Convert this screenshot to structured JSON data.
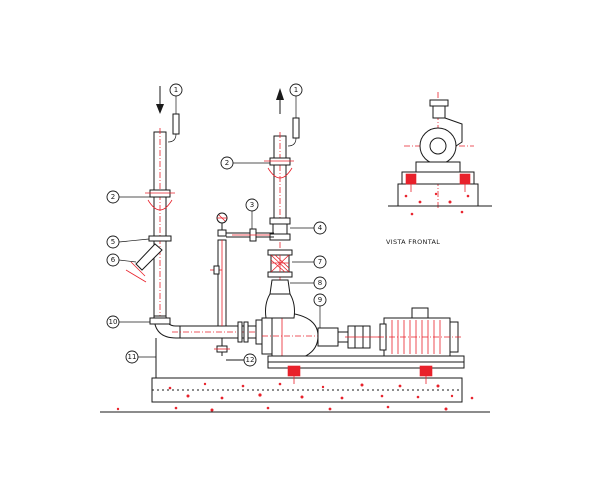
{
  "view_label": "VISTA FRONTAL",
  "callouts": [
    "1",
    "2",
    "3",
    "4",
    "5",
    "6",
    "7",
    "8",
    "9",
    "10",
    "11",
    "12"
  ],
  "colors": {
    "line": "#1a1a1a",
    "accent": "#e8212b",
    "background": "#ffffff"
  }
}
